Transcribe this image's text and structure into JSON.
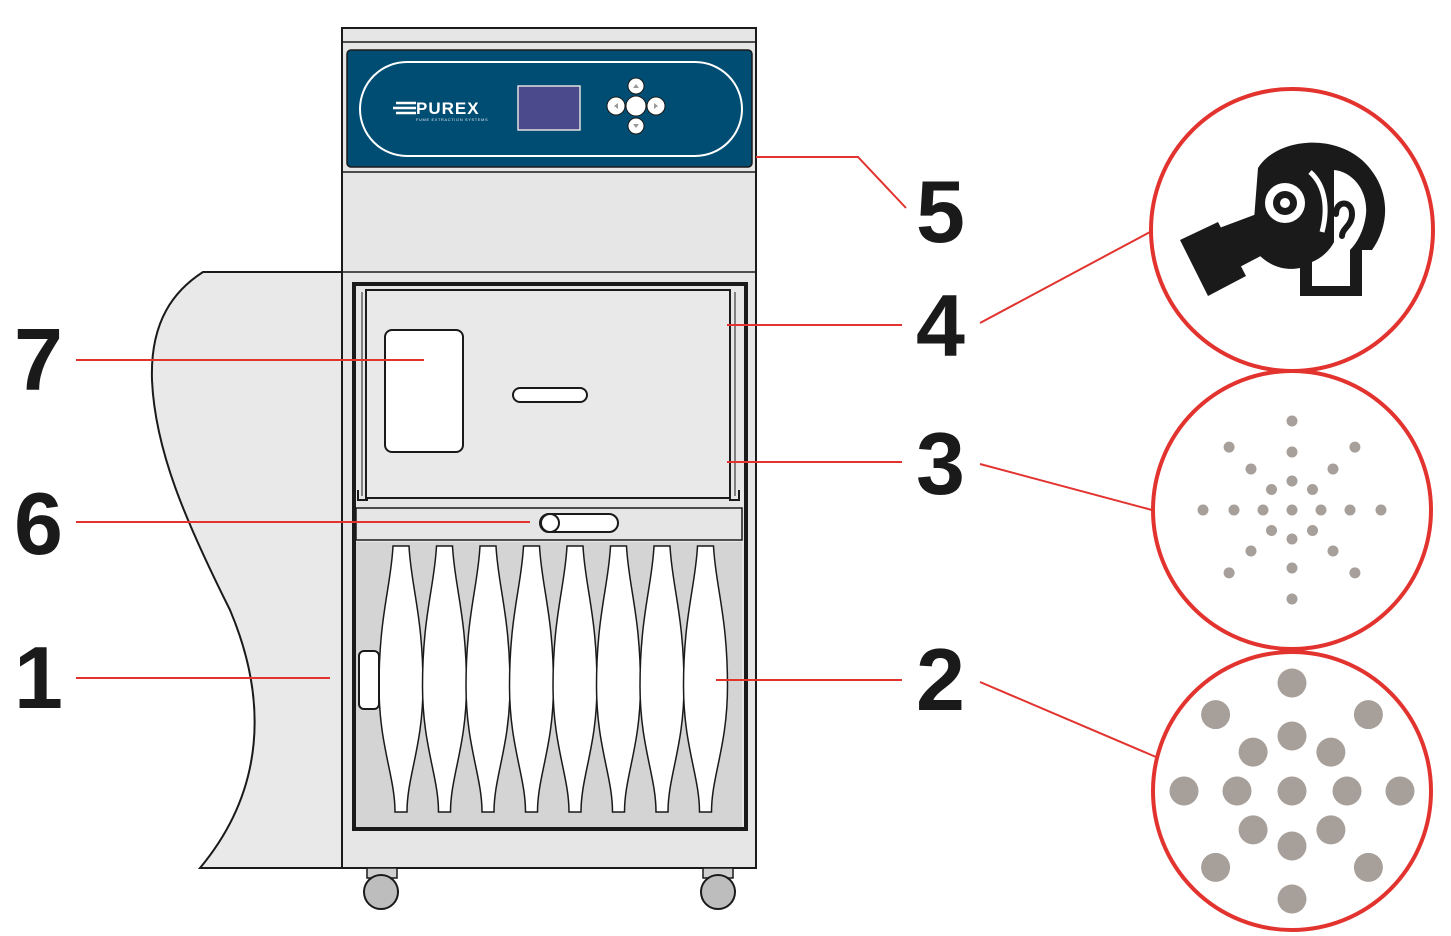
{
  "colors": {
    "leader_line": "#e2332f",
    "panel": "#004d73",
    "screen": "#4b4a8c",
    "cabinet": "#e6e6e6",
    "filter_bay": "#d4d4d4",
    "particle": "#a79f99",
    "outline": "#1a1a1a"
  },
  "brand": {
    "name": "PUREX",
    "tagline": "FUME EXTRACTION SYSTEMS"
  },
  "callouts": [
    {
      "label": "1"
    },
    {
      "label": "2"
    },
    {
      "label": "3"
    },
    {
      "label": "4"
    },
    {
      "label": "5"
    },
    {
      "label": "6"
    },
    {
      "label": "7"
    }
  ],
  "icons": {
    "gas_mask": "gas-mask-icon",
    "fine_particles": "fine-particles-icon",
    "coarse_particles": "coarse-particles-icon",
    "panel_arrows": [
      "arrow-up-icon",
      "arrow-left-icon",
      "arrow-right-icon",
      "arrow-down-icon"
    ]
  },
  "filter_bags": {
    "count": 8
  }
}
